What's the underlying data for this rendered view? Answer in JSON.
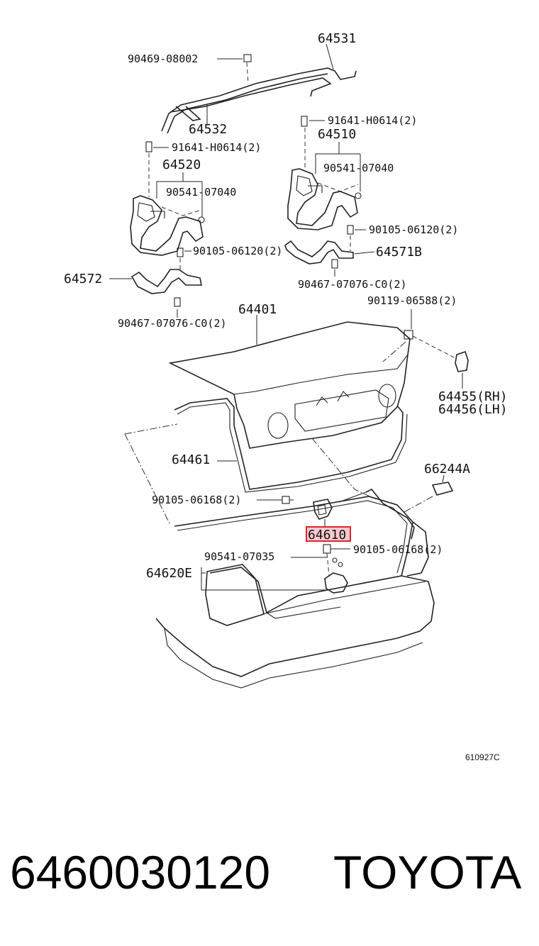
{
  "diagram": {
    "labels": [
      "64531",
      "90469-08002",
      "64532",
      "91641-H0614(2)",
      "64510",
      "90541-07040",
      "91641-H0614(2)",
      "64520",
      "90541-07040",
      "90105-06120(2)",
      "64571B",
      "90105-06120(2)",
      "64572",
      "90467-07076-C0(2)",
      "90467-07076-C0(2)",
      "90119-06588(2)",
      "64401",
      "64455(RH)",
      "64456(LH)",
      "64461",
      "66244A",
      "90105-06168(2)",
      "64610",
      "90541-07035",
      "90105-06168(2)",
      "64620E"
    ],
    "highlighted_part": "64610",
    "highlight_color": "#e0262e",
    "ref_code": "610927C"
  },
  "footer": {
    "part_number": "6460030120",
    "brand": "TOYOTA"
  }
}
